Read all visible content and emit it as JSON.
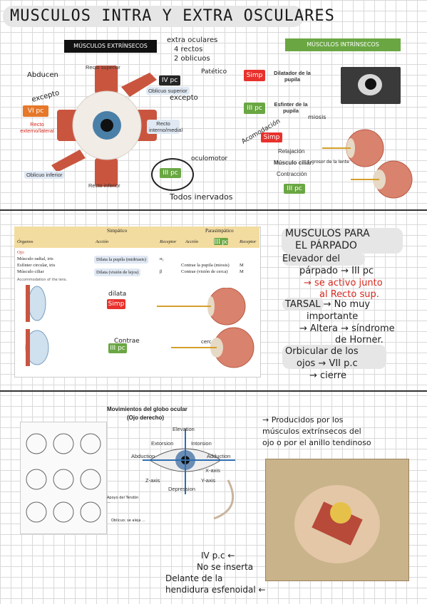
{
  "title": "MUSCULOS INTRA Y EXTRA OSCULARES",
  "section1": {
    "extrinsic_header": "MÚSCULOS EXTRÍNSECOS",
    "intrinsic_header": "MÚSCULOS INTRÍNSECOS",
    "notes_top": [
      "extra oculares",
      "4 rectos",
      "2 oblicuos"
    ],
    "patetico": "Patético",
    "abducen": "Abducen",
    "excepto_left": "excepto",
    "excepto_right": "excepto",
    "recto_superior": "Recto superior",
    "oblicuo_superior": "Oblicuo superior",
    "recto_externo": "Recto externo/lateral",
    "recto_interno": "Recto interno/medial",
    "oblicuo_inferior": "Oblicuo inferior",
    "recto_inferior": "Recto inferior",
    "iv_pc": "IV pc",
    "vi_pc": "VI pc",
    "iii_pc": "III pc",
    "oculomotor": "oculomotor",
    "todos_inervados": "Todos inervados",
    "simp1": "Simp",
    "dilatador": "Dilatador de la pupila",
    "iii_pc_2": "III pc",
    "esfinter": "Esfinter de la pupila",
    "miosis": "miosis",
    "acomodacion": "Acomodación",
    "simp2": "Simp",
    "relajacion": "Relajación",
    "musculo_ciliar": "Músculo ciliar",
    "contraccion": "Contracción",
    "iii_pc_3": "III pc",
    "aumento": "↑ grosor de la lente"
  },
  "table": {
    "col_simpatico": "Simpático",
    "col_parasimpatico": "Parasimpático",
    "headers": [
      "Órganos",
      "Acción",
      "Receptor",
      "Acción",
      "III pc",
      "Receptor"
    ],
    "rows": [
      [
        "Ojo",
        "",
        "",
        "",
        "",
        ""
      ],
      [
        "Músculo radial, iris",
        "Dilata la pupila (midriasis)",
        "α₁",
        "",
        "",
        ""
      ],
      [
        "Esfínter circular, iris",
        "",
        "",
        "Contrae la pupila (miosis)",
        "",
        "M"
      ],
      [
        "Músculo ciliar",
        "Dilata (visión de lejos)",
        "β",
        "Contrae (visión de cerca)",
        "",
        "M"
      ]
    ],
    "accommodation_caption": "Accommodation of the lens.",
    "dilata": "dilata",
    "simp": "Simp",
    "contrae": "Contrae",
    "iii_pc": "III pc",
    "cerca": "cerca"
  },
  "eyelid": {
    "title1": "MUSCULOS PARA",
    "title2": "EL PÁRPADO",
    "items": [
      {
        "line1": "Elevador del",
        "line2": "párpado → III pc",
        "extra": [
          "→ se activo junto",
          "al Recto sup."
        ]
      },
      {
        "line1": "TARSAL → No muy",
        "line2": "importante",
        "extra": [
          "→ Altera → síndrome",
          "de Horner."
        ]
      },
      {
        "line1": "Orbicular de los",
        "line2": "ojos → VII p.c",
        "extra": [
          "→ cierre"
        ]
      }
    ]
  },
  "section3": {
    "movements_title1": "Movimientos del globo ocular",
    "movements_title2": "(Ojo derecho)",
    "elevation": "Elevation",
    "extorsion": "Extorsion",
    "intorsion": "Intorsion",
    "abduction": "Abduction",
    "adduction": "Adduction",
    "z_axis": "Z-axis",
    "x_axis": "X-axis",
    "y_axis": "Y-axis",
    "depression": "Depression",
    "producidos": [
      "→ Producidos por los",
      "músculos extrínsecos del",
      "ojo o por el anillo tendinoso"
    ],
    "bottom_note": [
      "IV p.c  ←",
      "No se inserta",
      "Delante de la",
      "hendidura esfenoidal ←"
    ],
    "small_note1": "Apoyo del Tendón ...",
    "small_note2": "Oblicuo: se aleja ..."
  }
}
